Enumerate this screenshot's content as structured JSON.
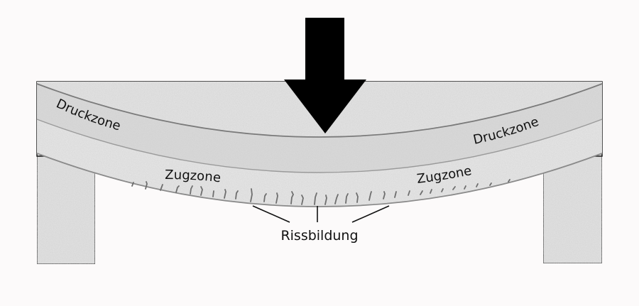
{
  "labels": {
    "compression_left": "Druckzone",
    "compression_right": "Druckzone",
    "tension_left": "Zugzone",
    "tension_right": "Zugzone",
    "cracking": "Rissbildung"
  },
  "colors": {
    "background": "#fcfafa",
    "concrete": "#e4e4e4",
    "concrete_compression": "#dcdcdc",
    "concrete_tension": "#e9e9e9",
    "outline": "#1a1a1a",
    "beam_edge": "#8a8a8a",
    "crack": "#6e6e6e",
    "arrow": "#000000"
  },
  "icons": {
    "load": "down-arrow-icon"
  }
}
